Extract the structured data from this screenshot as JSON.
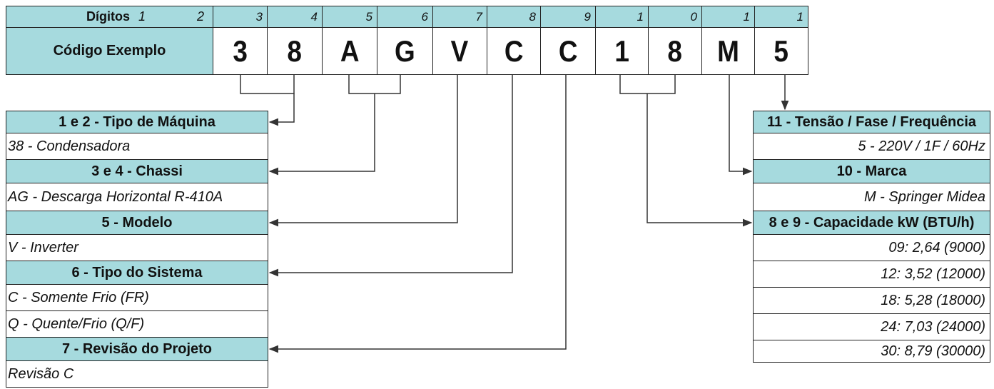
{
  "header": {
    "digits_label": "Dígitos",
    "example_label": "Código Exemplo",
    "digit_numbers": [
      "1",
      "2",
      "3",
      "4",
      "5",
      "6",
      "7",
      "8",
      "9",
      "1",
      "0",
      "1",
      "1"
    ],
    "code_chars": [
      "3",
      "8",
      "A",
      "G",
      "V",
      "C",
      "C",
      "1",
      "8",
      "M",
      "5"
    ]
  },
  "left": {
    "machine_type": {
      "title": "1 e 2 - Tipo de Máquina",
      "items": [
        "38 - Condensadora"
      ]
    },
    "chassis": {
      "title": "3 e 4 - Chassi",
      "items": [
        "AG - Descarga Horizontal R-410A"
      ]
    },
    "model": {
      "title": "5 - Modelo",
      "items": [
        "V - Inverter"
      ]
    },
    "system_type": {
      "title": "6 - Tipo do Sistema",
      "items": [
        "C - Somente Frio (FR)",
        "Q - Quente/Frio (Q/F)"
      ]
    },
    "revision": {
      "title": "7 - Revisão do Projeto",
      "items": [
        "Revisão C"
      ]
    }
  },
  "right": {
    "voltage": {
      "title": "11 - Tensão / Fase / Frequência",
      "items": [
        "5 - 220V / 1F / 60Hz"
      ]
    },
    "brand": {
      "title": "10 - Marca",
      "items": [
        "M - Springer Midea"
      ]
    },
    "capacity": {
      "title": "8 e 9 - Capacidade kW (BTU/h)",
      "items": [
        "09: 2,64 (9000)",
        "12: 3,52 (12000)",
        "18: 5,28 (18000)",
        "24: 7,03 (24000)",
        "30: 8,79 (30000)"
      ]
    }
  },
  "colors": {
    "header_fill": "#a6dade",
    "line": "#333333"
  }
}
